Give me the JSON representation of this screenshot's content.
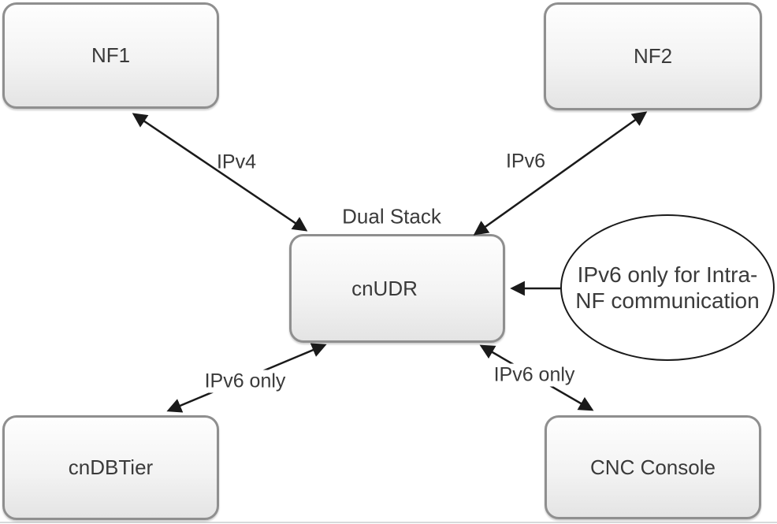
{
  "nodes": {
    "nf1": {
      "label": "NF1"
    },
    "nf2": {
      "label": "NF2"
    },
    "cnudr": {
      "label": "cnUDR"
    },
    "cndbtier": {
      "label": "cnDBTier"
    },
    "cnc_console": {
      "label": "CNC Console"
    }
  },
  "edge_labels": {
    "cnudr_title": "Dual Stack",
    "nf1_cnudr": "IPv4",
    "nf2_cnudr": "IPv6",
    "cndbtier_cnudr": "IPv6 only",
    "cnc_cnudr": "IPv6 only"
  },
  "annotation": {
    "line1": "IPv6 only for Intra-",
    "line2": "NF communication"
  },
  "colors": {
    "background": "#ffffff",
    "node_border": "#8f8f8f",
    "node_fill_top": "#fefefe",
    "node_fill_bottom": "#e4e4e4",
    "arrow": "#1a1a1a",
    "text": "#3a3a3a",
    "ellipse_border": "#1a1a1a",
    "bottom_rule": "#d7dadb"
  }
}
